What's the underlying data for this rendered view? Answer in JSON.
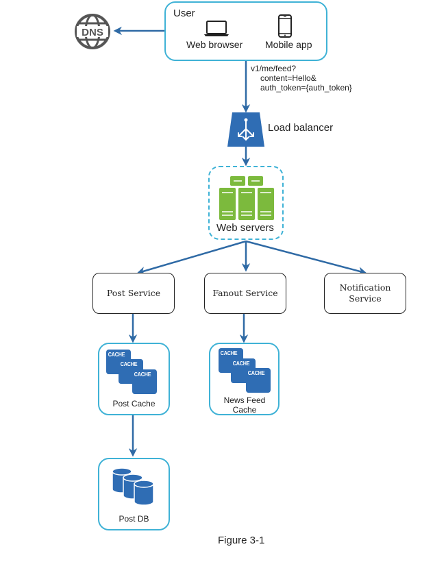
{
  "figure_caption": "Figure 3-1",
  "colors": {
    "arrow": "#2f6aa5",
    "box_border": "#3fb2d6",
    "icon_blue": "#2f6db4",
    "server_green": "#7cba3d",
    "dns_gray": "#555555"
  },
  "user": {
    "title": "User",
    "clients": [
      {
        "label": "Web browser",
        "icon": "laptop-icon"
      },
      {
        "label": "Mobile app",
        "icon": "mobile-phone-icon"
      }
    ]
  },
  "dns": {
    "label": "DNS",
    "icon": "dns-globe-icon"
  },
  "request": {
    "lines": [
      "v1/me/feed?",
      "content=Hello&",
      "auth_token={auth_token}"
    ]
  },
  "load_balancer": {
    "label": "Load balancer",
    "icon": "load-balancer-icon"
  },
  "web_servers": {
    "label": "Web servers",
    "icon": "server-rack-icon"
  },
  "services": [
    {
      "label": "Post Service"
    },
    {
      "label": "Fanout Service"
    },
    {
      "label": "Notification Service"
    }
  ],
  "caches": [
    {
      "label": "Post Cache",
      "tiles": [
        "CACHE",
        "CACHE",
        "CACHE"
      ]
    },
    {
      "label": "News Feed Cache",
      "tiles": [
        "CACHE",
        "CACHE",
        "CACHE"
      ]
    }
  ],
  "database": {
    "label": "Post DB",
    "icon": "database-icon"
  }
}
